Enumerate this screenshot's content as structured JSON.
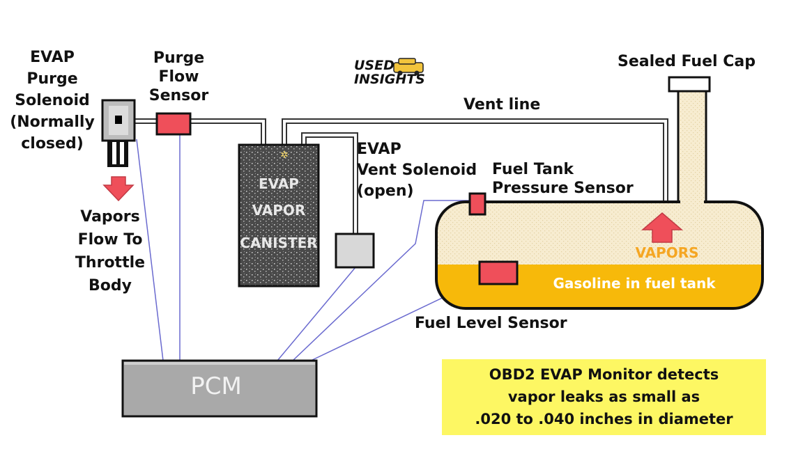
{
  "labels": {
    "purge_solenoid": [
      "EVAP",
      "Purge",
      "Solenoid",
      "(Normally",
      "closed)"
    ],
    "purge_flow_sensor": [
      "Purge",
      "Flow",
      "Sensor"
    ],
    "vapors_flow": [
      "Vapors",
      "Flow To",
      "Throttle",
      "Body"
    ],
    "vent_line": "Vent line",
    "sealed_fuel_cap": "Sealed Fuel Cap",
    "vent_solenoid": [
      "EVAP",
      "Vent Solenoid",
      "(open)"
    ],
    "tank_pressure_sensor": [
      "Fuel Tank",
      "Pressure Sensor"
    ],
    "canister": [
      "EVAP",
      "VAPOR",
      "CANISTER"
    ],
    "vapors": "VAPORS",
    "gasoline": "Gasoline in fuel tank",
    "fuel_level_sensor": "Fuel Level Sensor",
    "pcm": "PCM"
  },
  "logo": {
    "line1": "USED",
    "line2": "INSIGHTS"
  },
  "note": [
    "OBD2 EVAP Monitor detects",
    "vapor leaks as small as",
    ".020 to .040 inches in diameter"
  ],
  "colors": {
    "sensor_red": "#ef4f5a",
    "gasoline": "#f7b90a",
    "vapor_fill": "#f6e7c4",
    "note_bg": "#fdf763",
    "pcm_gray": "#a9a9a9",
    "wire_blue": "#6a6acf",
    "vapors_text": "#f5a623"
  }
}
